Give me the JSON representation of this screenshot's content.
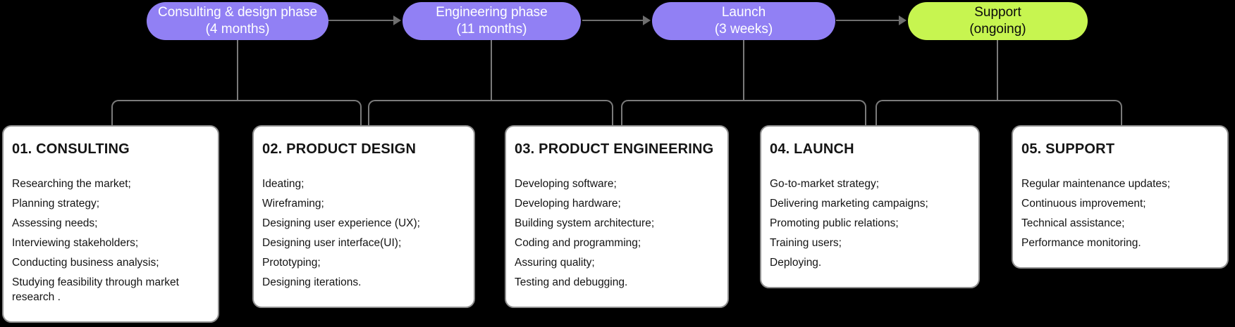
{
  "colors": {
    "background": "#000000",
    "phase_pill_purple": "#9180F4",
    "phase_pill_lime": "#C7F550",
    "pill_text_on_purple": "#FFFFFF",
    "pill_text_on_lime": "#0A0A0A",
    "connector_gray": "#7A7A7A",
    "card_background": "#FFFFFF",
    "card_border": "#8F8F8F",
    "card_text": "#141414"
  },
  "phases": [
    {
      "name": "Consulting & design phase",
      "duration": "(4 months)"
    },
    {
      "name": "Engineering phase",
      "duration": "(11 months)"
    },
    {
      "name": "Launch",
      "duration": "(3 weeks)"
    },
    {
      "name": "Support",
      "duration": "(ongoing)"
    }
  ],
  "cards": [
    {
      "title": "01. CONSULTING",
      "items": [
        "Researching the market;",
        "Planning strategy;",
        "Assessing needs;",
        "Interviewing stakeholders;",
        "Conducting business analysis;",
        "Studying feasibility through market research ."
      ]
    },
    {
      "title": "02. PRODUCT DESIGN",
      "items": [
        "Ideating;",
        "Wireframing;",
        "Designing user experience (UX);",
        "Designing user interface(UI);",
        "Prototyping;",
        "Designing iterations."
      ]
    },
    {
      "title": "03. PRODUCT ENGINEERING",
      "items": [
        "Developing software;",
        "Developing hardware;",
        "Building system architecture;",
        "Coding and programming;",
        "Assuring quality;",
        "Testing and debugging."
      ]
    },
    {
      "title": "04. LAUNCH",
      "items": [
        "Go-to-market strategy;",
        "Delivering marketing campaigns;",
        "Promoting public relations;",
        "Training users;",
        "Deploying."
      ]
    },
    {
      "title": "05. SUPPORT",
      "items": [
        "Regular maintenance updates;",
        "Continuous improvement;",
        "Technical assistance;",
        "Performance monitoring."
      ]
    }
  ]
}
